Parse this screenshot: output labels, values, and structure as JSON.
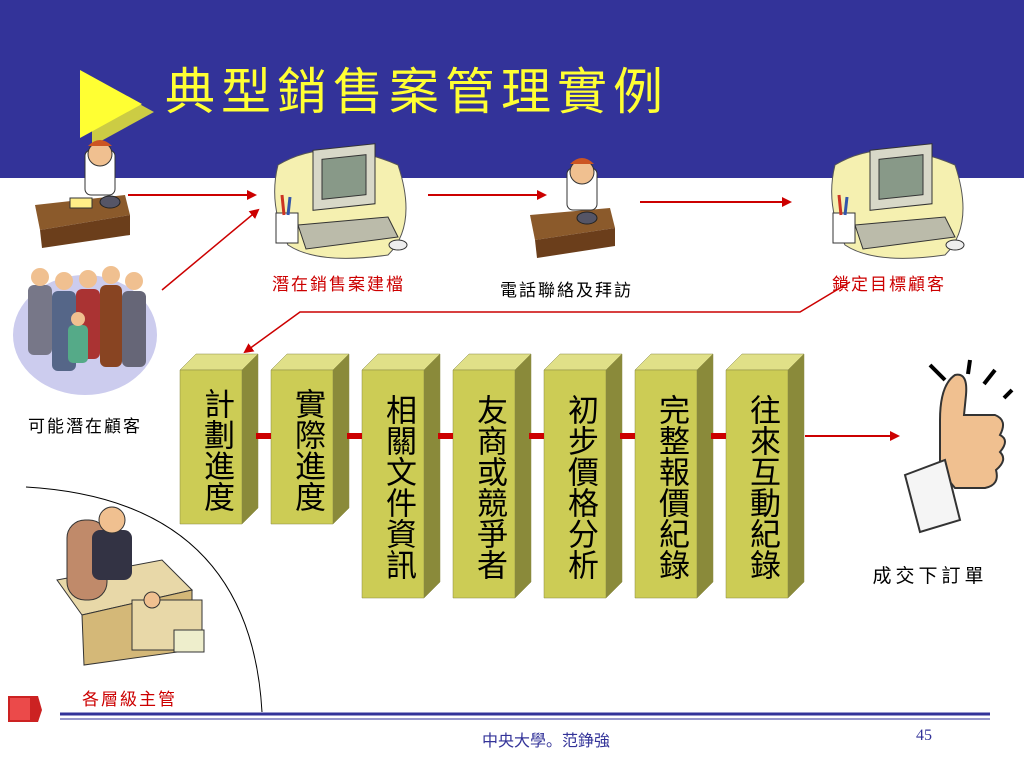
{
  "slide": {
    "title": "典型銷售案管理實例",
    "footer_center": "中央大學。范錚強",
    "page_number": "45"
  },
  "colors": {
    "header_bg": "#333399",
    "title": "#ffff33",
    "box_fill": "#cccc55",
    "connector": "#cc0000"
  },
  "flow_top": {
    "labels": [
      "潛在銷售案建檔",
      "電話聯絡及拜訪",
      "鎖定目標顧客"
    ]
  },
  "left_labels": {
    "prospect": "可能潛在顧客",
    "managers": "各層級主管"
  },
  "steps": [
    "計劃進度",
    "實際進度",
    "相關文件資訊",
    "友商或競爭者",
    "初步價格分析",
    "完整報價紀錄",
    "往來互動紀錄"
  ],
  "outcome": {
    "label": "成交下訂單"
  },
  "icons": [
    "play-triangle-icon",
    "desk-phone-person-icon",
    "computer-icon",
    "crowd-icon",
    "executive-desk-icon",
    "thumbs-up-icon"
  ]
}
